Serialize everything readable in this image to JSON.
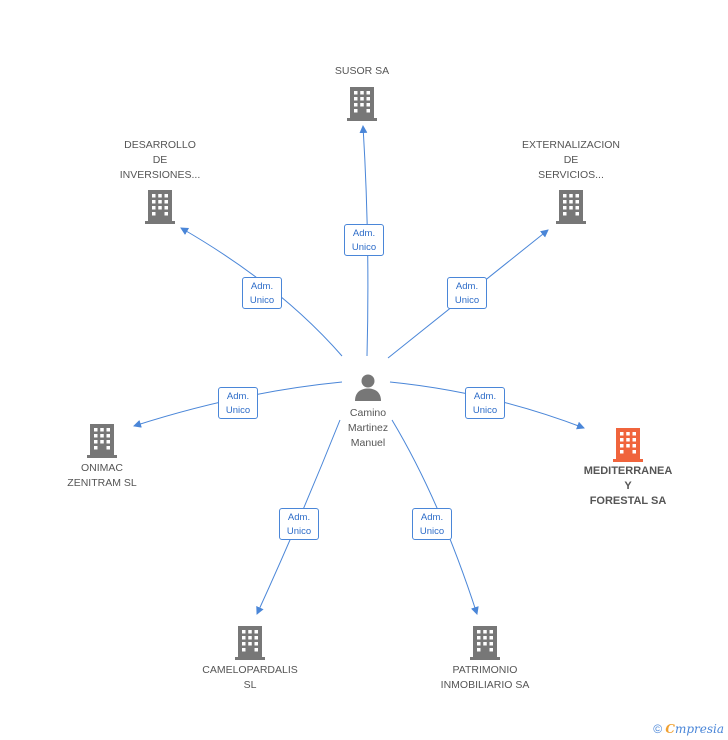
{
  "center": {
    "name": "Camino\nMartinez\nManuel",
    "icon": "person-icon"
  },
  "badge_text": {
    "line1": "Adm.",
    "line2": "Unico"
  },
  "companies": [
    {
      "id": "susor",
      "name": "SUSOR SA",
      "icon": "building-icon",
      "color": "#777777"
    },
    {
      "id": "desarrollo",
      "name": "DESARROLLO\nDE\nINVERSIONES...",
      "icon": "building-icon",
      "color": "#777777"
    },
    {
      "id": "externalizacion",
      "name": "EXTERNALIZACION\nDE\nSERVICIOS...",
      "icon": "building-icon",
      "color": "#777777"
    },
    {
      "id": "onimac",
      "name": "ONIMAC\nZENITRAM SL",
      "icon": "building-icon",
      "color": "#777777"
    },
    {
      "id": "mediterranea",
      "name": "MEDITERRANEA\nY\nFORESTAL SA",
      "icon": "building-icon",
      "color": "#f0643c",
      "highlight": true
    },
    {
      "id": "camelopardalis",
      "name": "CAMELOPARDALIS\nSL",
      "icon": "building-icon",
      "color": "#777777"
    },
    {
      "id": "patrimonio",
      "name": "PATRIMONIO\nINMOBILIARIO SA",
      "icon": "building-icon",
      "color": "#777777"
    }
  ],
  "colors": {
    "edge": "#4a86d8",
    "badge_border": "#4a86d8",
    "badge_text": "#2d6cc8",
    "person": "#777777"
  },
  "footer": {
    "copyright": "©",
    "brand_first": "C",
    "brand_rest": "mpresia"
  }
}
